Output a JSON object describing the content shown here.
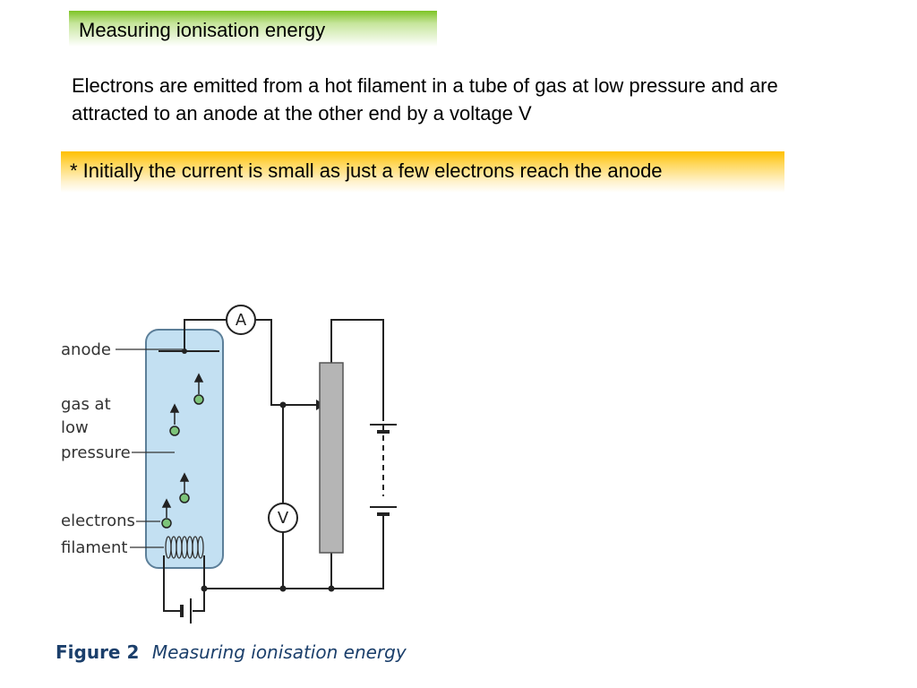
{
  "slide": {
    "title": "Measuring ionisation energy",
    "paragraph": "Electrons are emitted from a hot filament in a tube of gas at low pressure and are attracted to an anode at the other end by a voltage V",
    "note": "* Initially the current is small as just a few electrons reach the anode"
  },
  "figure": {
    "labels": {
      "anode": "anode",
      "gas_line1": "gas at",
      "gas_line2": "low",
      "gas_line3": "pressure",
      "electrons": "electrons",
      "filament": "filament"
    },
    "ammeter": "A",
    "voltmeter": "V",
    "caption_bold": "Figure 2",
    "caption_italic": "Measuring ionisation energy"
  },
  "colors": {
    "title_green": "#7dc425",
    "note_orange": "#ffc000",
    "tube_fill": "#c3e0f2",
    "electron_green": "#7dc47a",
    "caption_blue": "#1b3f6b"
  }
}
